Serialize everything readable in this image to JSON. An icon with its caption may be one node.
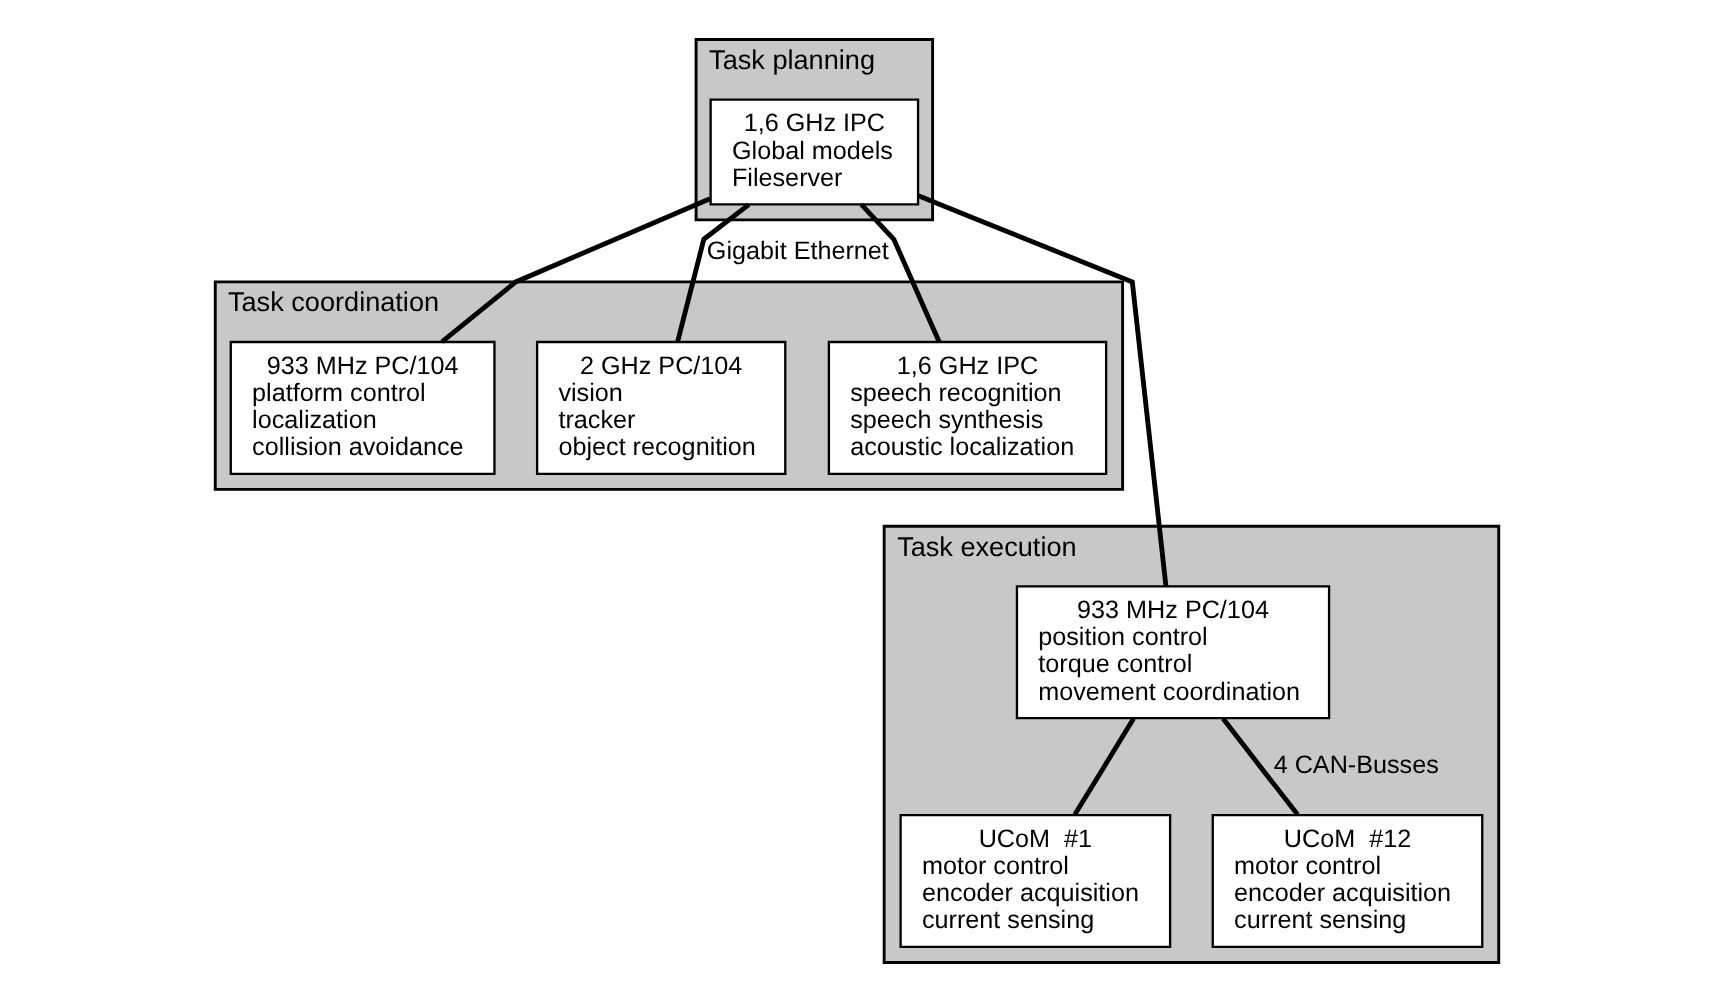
{
  "diagram": {
    "nodes": [
      {
        "text": [
          "Task planning"
        ]
      },
      {
        "text": [
          "1,6 GHz IPC",
          "Global models",
          "Fileserver"
        ],
        "in": 0
      },
      {
        "text": [
          "Task coordination"
        ]
      },
      {
        "text": [
          "933 MHz PC/104",
          "platform control",
          "localization",
          "collision avoidance"
        ],
        "in": 2
      },
      {
        "text": [
          "2 GHz PC/104",
          "vision",
          "tracker",
          "object recognition"
        ],
        "in": 2
      },
      {
        "text": [
          "1,6 GHz IPC",
          "speech recognition",
          "speech synthesis",
          "acoustic localization"
        ],
        "in": 2
      },
      {
        "text": [
          "Task execution"
        ]
      },
      {
        "text": [
          "933 MHz PC/104",
          "position control",
          "torque control",
          "movement coordination"
        ],
        "in": 6
      },
      {
        "text": [
          "UCoM  #1",
          "motor control",
          "encoder acquisition",
          "current sensing"
        ],
        "in": 6
      },
      {
        "text": [
          "UCoM  #12",
          "motor control",
          "encoder acquisition",
          "current sensing"
        ],
        "in": 6
      }
    ],
    "edges": [
      {
        "from": 1,
        "to": 3,
        "arrow": "none"
      },
      {
        "from": 1,
        "to": 4,
        "arrow": "none",
        "label": "Gigabit Ethernet"
      },
      {
        "from": 1,
        "to": 5,
        "arrow": "none"
      },
      {
        "from": 1,
        "to": 7,
        "arrow": "none"
      },
      {
        "from": 7,
        "to": 8,
        "arrow": "none"
      },
      {
        "from": 7,
        "to": 9,
        "arrow": "none",
        "label": "4 CAN-Busses"
      }
    ]
  }
}
